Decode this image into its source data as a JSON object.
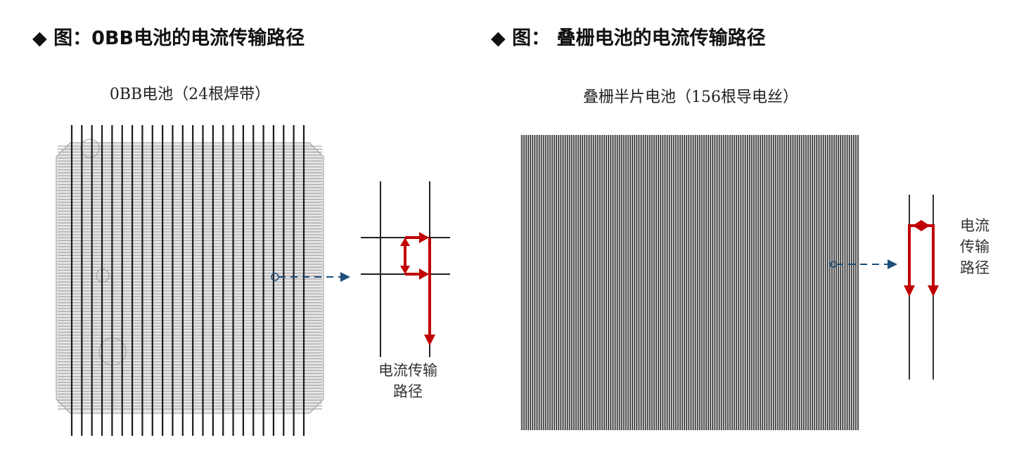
{
  "left": {
    "title": "◆ 图：0BB电池的电流传输路径",
    "subtitle": "0BB电池（24根焊带）",
    "path_label_line1": "电流传输",
    "path_label_line2": "路径"
  },
  "right": {
    "title": "◆ 图： 叠栅电池的电流传输路径",
    "subtitle": "叠栅半片电池（156根导电丝）",
    "path_label_line1": "电流",
    "path_label_line2": "传输",
    "path_label_line3": "路径"
  },
  "colors": {
    "current": "#c00000",
    "pointer": "#1f4e79",
    "wire": "#222222",
    "finger": "#9a9a9a"
  }
}
